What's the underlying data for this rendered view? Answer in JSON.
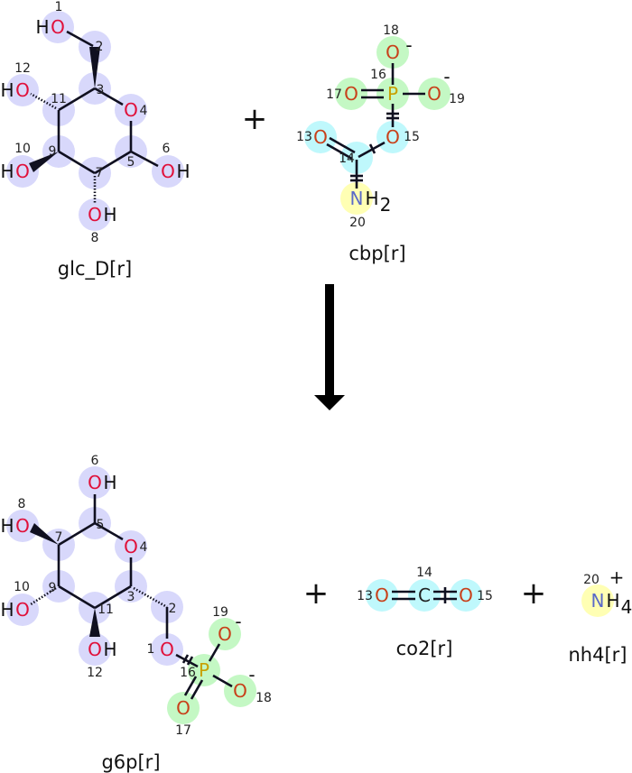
{
  "reaction": {
    "plus_1": "+",
    "plus_2": "+",
    "plus_3": "+",
    "arrow": "reaction-arrow"
  },
  "colors": {
    "highlight_blue": "#d8d8fb",
    "highlight_green": "#c4f8c4",
    "highlight_cyan": "#bff8fc",
    "highlight_yellow": "#ffffb4",
    "oxygen": "#e0103a",
    "oxygen_phosphate": "#c8401a",
    "phosphorus": "#c8a000",
    "nitrogen": "#5a6ac8"
  },
  "molecules": {
    "glc_D": {
      "name": "glc_D[r]",
      "atoms": [
        {
          "num": "1",
          "symbol": "O",
          "h": "H"
        },
        {
          "num": "2"
        },
        {
          "num": "3"
        },
        {
          "num": "4",
          "symbol": "O"
        },
        {
          "num": "5"
        },
        {
          "num": "6",
          "symbol": "O",
          "h": "H"
        },
        {
          "num": "7"
        },
        {
          "num": "8",
          "symbol": "O",
          "h": "H"
        },
        {
          "num": "9"
        },
        {
          "num": "10",
          "symbol": "O",
          "h": "H"
        },
        {
          "num": "11"
        },
        {
          "num": "12",
          "symbol": "O",
          "h": "H"
        }
      ]
    },
    "cbp": {
      "name": "cbp[r]",
      "atoms": [
        {
          "num": "13",
          "symbol": "O"
        },
        {
          "num": "14"
        },
        {
          "num": "15",
          "symbol": "O"
        },
        {
          "num": "16",
          "symbol": "P"
        },
        {
          "num": "17",
          "symbol": "O"
        },
        {
          "num": "18",
          "symbol": "O",
          "charge": "-"
        },
        {
          "num": "19",
          "symbol": "O",
          "charge": "-"
        },
        {
          "num": "20",
          "symbol": "N",
          "h": "H",
          "hcount": "2"
        }
      ]
    },
    "g6p": {
      "name": "g6p[r]",
      "atoms": [
        {
          "num": "1",
          "symbol": "O"
        },
        {
          "num": "2"
        },
        {
          "num": "3"
        },
        {
          "num": "4",
          "symbol": "O"
        },
        {
          "num": "5"
        },
        {
          "num": "6",
          "symbol": "O",
          "h": "H"
        },
        {
          "num": "7"
        },
        {
          "num": "8",
          "symbol": "O",
          "h": "H"
        },
        {
          "num": "9"
        },
        {
          "num": "10",
          "symbol": "O",
          "h": "H"
        },
        {
          "num": "11"
        },
        {
          "num": "12",
          "symbol": "O",
          "h": "H"
        },
        {
          "num": "16",
          "symbol": "P"
        },
        {
          "num": "17",
          "symbol": "O"
        },
        {
          "num": "18",
          "symbol": "O",
          "charge": "-"
        },
        {
          "num": "19",
          "symbol": "O",
          "charge": "-"
        }
      ]
    },
    "co2": {
      "name": "co2[r]",
      "atoms": [
        {
          "num": "13",
          "symbol": "O"
        },
        {
          "num": "14",
          "symbol": "C"
        },
        {
          "num": "15",
          "symbol": "O"
        }
      ]
    },
    "nh4": {
      "name": "nh4[r]",
      "atoms": [
        {
          "num": "20",
          "symbol": "N",
          "h": "H",
          "hcount": "4",
          "charge": "+"
        }
      ]
    }
  }
}
